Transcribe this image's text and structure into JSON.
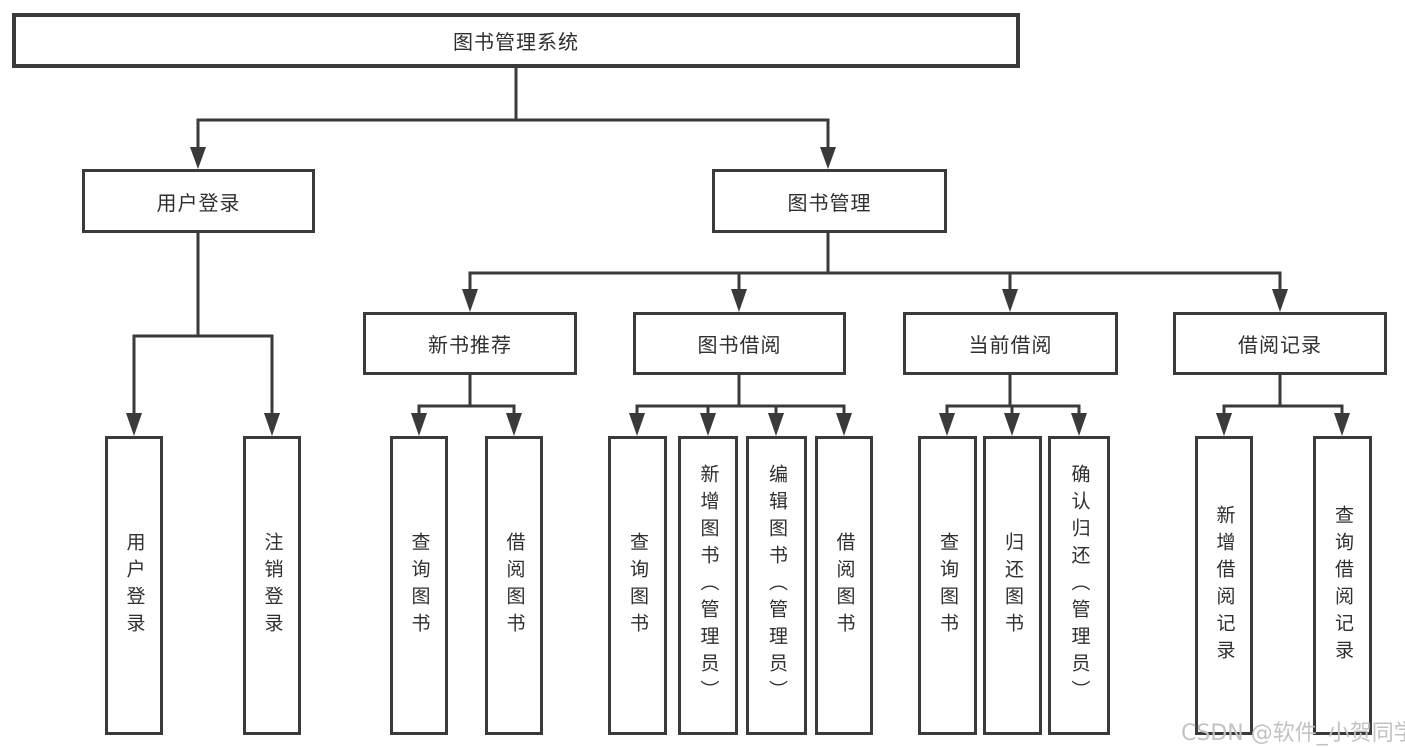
{
  "diagram": {
    "root": {
      "label": "图书管理系统"
    },
    "level2": [
      {
        "label": "用户登录"
      },
      {
        "label": "图书管理"
      }
    ],
    "level3": [
      {
        "label": "新书推荐"
      },
      {
        "label": "图书借阅"
      },
      {
        "label": "当前借阅"
      },
      {
        "label": "借阅记录"
      }
    ],
    "leaves": {
      "user_login": [
        "用户登录",
        "注销登录"
      ],
      "new_book": [
        "查询图书",
        "借阅图书"
      ],
      "book_borrow": [
        "查询图书",
        "新增图书（管理员）",
        "编辑图书（管理员）",
        "借阅图书"
      ],
      "current_borrow": [
        "查询图书",
        "归还图书",
        "确认归还（管理员）"
      ],
      "borrow_record": [
        "新增借阅记录",
        "查询借阅记录"
      ]
    }
  },
  "watermark": {
    "text": "CSDN @软件_小贺同学"
  },
  "colors": {
    "line": "#3a3a3a",
    "text": "#2f2f2f",
    "background": "#ffffff",
    "watermark": "#c3c3c6"
  }
}
